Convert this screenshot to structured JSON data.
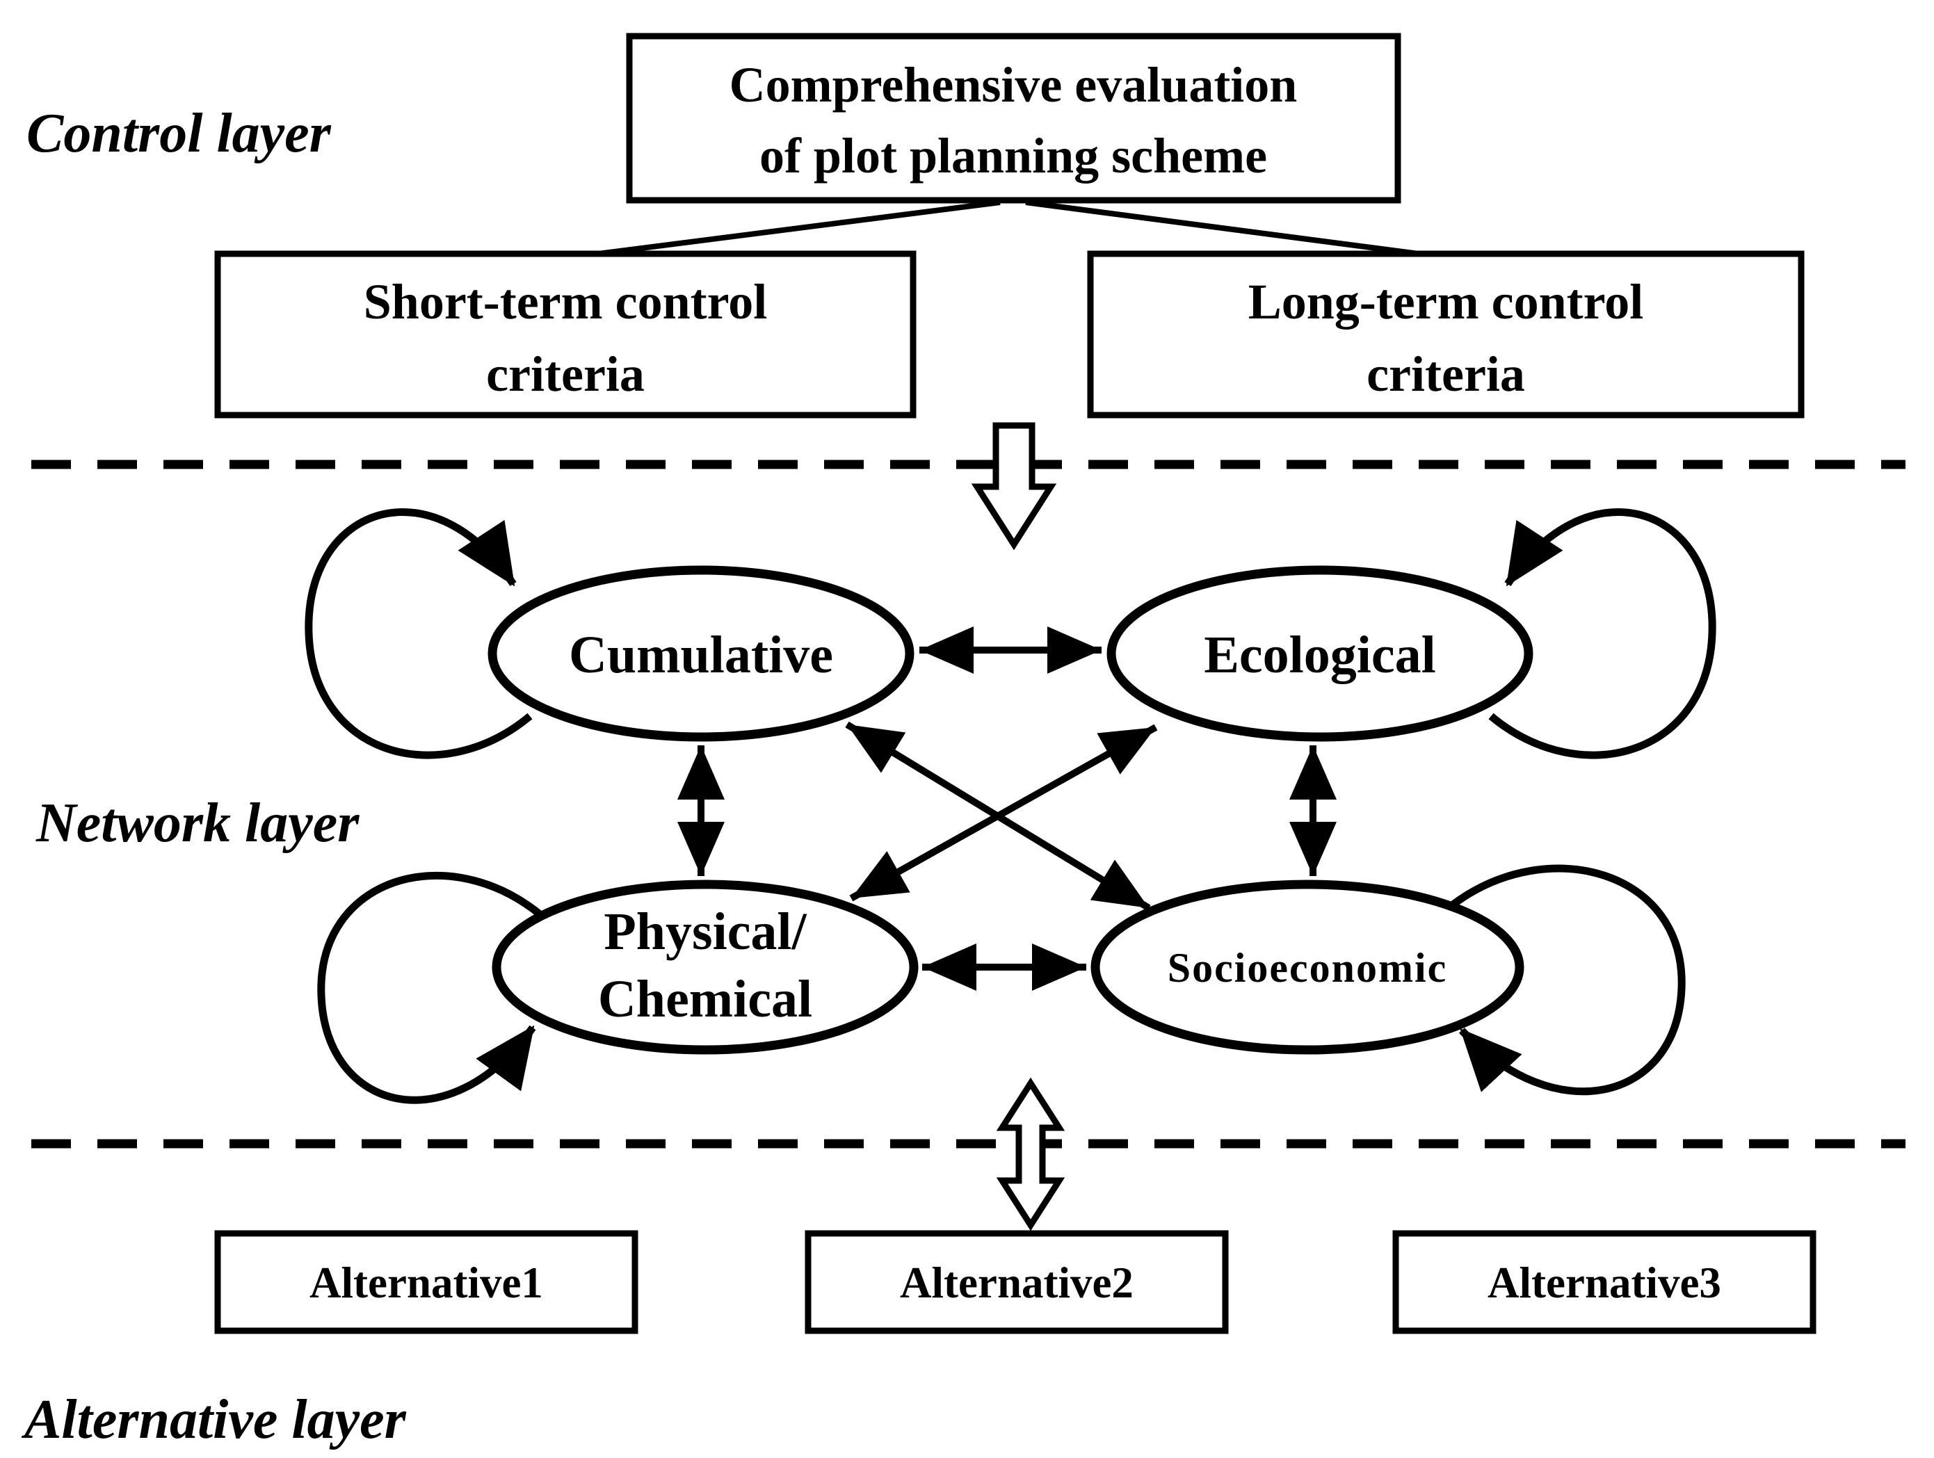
{
  "figure": {
    "background": "#ffffff",
    "ink": "#000000"
  },
  "labels": {
    "control_layer": "Control layer",
    "network_layer": "Network layer",
    "alternative_layer": "Alternative layer"
  },
  "control": {
    "goal_line1": "Comprehensive evaluation",
    "goal_line2": "of plot planning scheme",
    "short_term_line1": "Short-term control",
    "short_term_line2": "criteria",
    "long_term_line1": "Long-term control",
    "long_term_line2": "criteria"
  },
  "network": {
    "cumulative_label": "Cumulative",
    "ecological_label": "Ecological",
    "physical_chemical_line1": "Physical/",
    "physical_chemical_line2": "Chemical",
    "socioeconomic_label": "Socioeconomic"
  },
  "alternatives": {
    "items": [
      {
        "label": "Alternative1"
      },
      {
        "label": "Alternative2"
      },
      {
        "label": "Alternative3"
      }
    ]
  }
}
